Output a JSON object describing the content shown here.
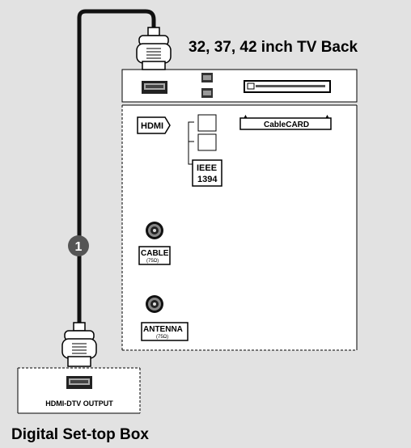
{
  "diagram": {
    "tv_title": "32, 37, 42 inch TV Back",
    "box_title": "Digital Set-top Box",
    "step_number": "1",
    "labels": {
      "hdmi": "HDMI",
      "cablecard": "CableCARD",
      "ieee_line1": "IEEE",
      "ieee_line2": "1394",
      "cable": "CABLE",
      "cable_ohm": "(75Ω)",
      "antenna": "ANTENNA",
      "antenna_ohm": "(75Ω)",
      "hdmi_dtv_output": "HDMI-DTV OUTPUT"
    },
    "colors": {
      "background": "#e2e2e2",
      "panel": "#ffffff",
      "cable": "#111111",
      "badge": "#555555"
    }
  }
}
